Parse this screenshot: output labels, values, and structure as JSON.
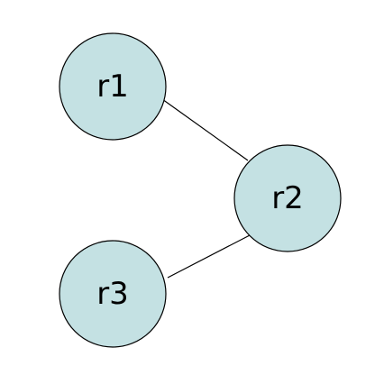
{
  "diagram": {
    "node_fill": "#c4e1e3",
    "stroke_color": "#000000",
    "nodes": [
      {
        "id": "r1",
        "label": "r1"
      },
      {
        "id": "r2",
        "label": "r2"
      },
      {
        "id": "r3",
        "label": "r3"
      }
    ],
    "edges": [
      {
        "from": "r1",
        "to": "r2"
      },
      {
        "from": "r3",
        "to": "r2"
      }
    ]
  }
}
